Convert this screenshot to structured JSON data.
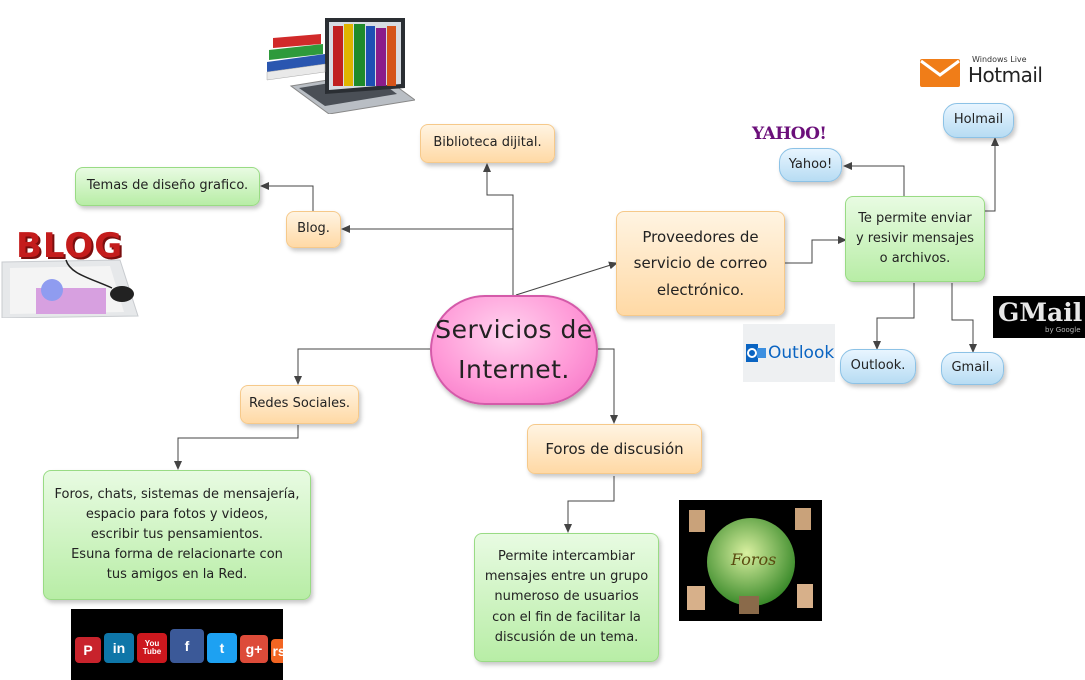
{
  "central": "Servicios de\nInternet.",
  "nodes": {
    "biblioteca": "Biblioteca dijital.",
    "blog": "Blog.",
    "temas": "Temas de diseño grafico.",
    "proveedores": "Proveedores de\nservicio de correo\nelectrónico.",
    "permite_enviar": "Te permite enviar\ny resivir mensajes\no archivos.",
    "yahoo": "Yahoo!",
    "hotmail": "Holmail",
    "outlook": "Outlook.",
    "gmail": "Gmail.",
    "redes": "Redes Sociales.",
    "redes_desc": "Foros, chats, sistemas de mensajería,\nespacio para fotos y videos,\nescribir tus pensamientos.\nEsuna forma de relacionarte con\ntus amigos en la Red.",
    "foros": "Foros de discusión",
    "foros_desc": "Permite intercambiar\nmensajes entre un grupo\nnumeroso de usuarios\ncon el fin de facilitar la\ndiscusión de un tema."
  },
  "logos": {
    "blog_word": "BLOG",
    "yahoo_word": "YAHOO!",
    "hotmail_top": "Windows Live",
    "hotmail_word": "Hotmail",
    "gmail_word": "GMail",
    "gmail_by": "by Google",
    "outlook_word": "Outlook",
    "foros_word": "Foros",
    "social_icons": [
      "P",
      "in",
      "You Tube",
      "f",
      "t",
      "g+",
      "rss"
    ]
  },
  "colors": {
    "orange_node": "#ffd9a5",
    "green_node": "#b8eda6",
    "blue_node": "#b7dcf3",
    "central_node": "#ff9bd8",
    "connector": "#444444"
  }
}
